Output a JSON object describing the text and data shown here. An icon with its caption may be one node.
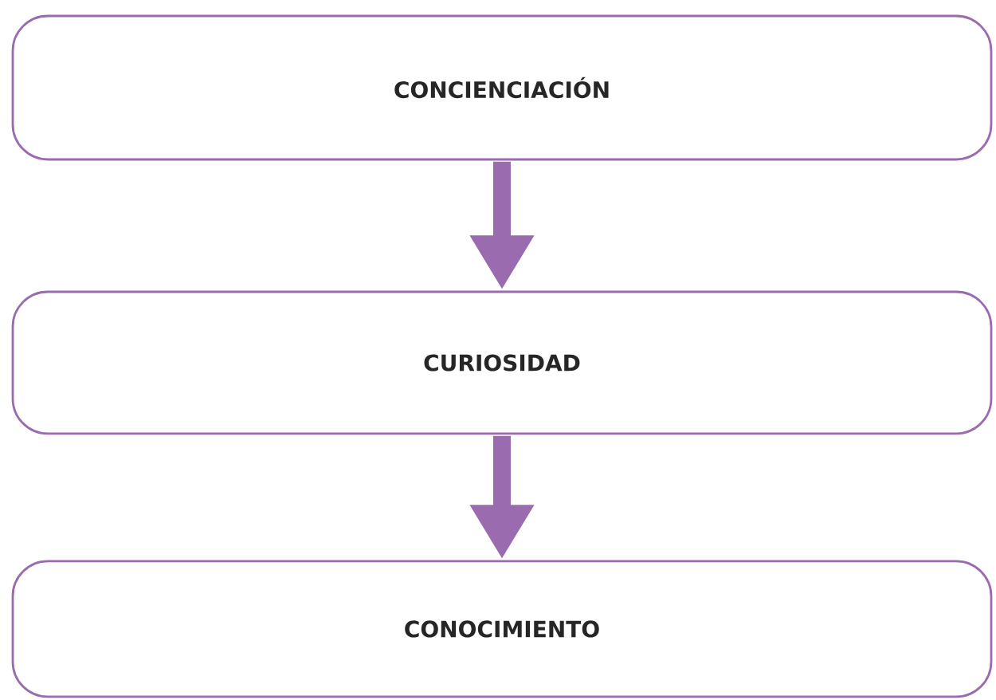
{
  "diagram": {
    "nodes": [
      {
        "text": [
          "CONCIENCIACIÓN"
        ]
      },
      {
        "text": [
          "CURIOSIDAD"
        ]
      },
      {
        "text": [
          "CONOCIMIENTO"
        ]
      }
    ],
    "edges": [
      {
        "from": 0,
        "to": 1,
        "arrow": "to"
      },
      {
        "from": 1,
        "to": 2,
        "arrow": "to"
      }
    ]
  }
}
